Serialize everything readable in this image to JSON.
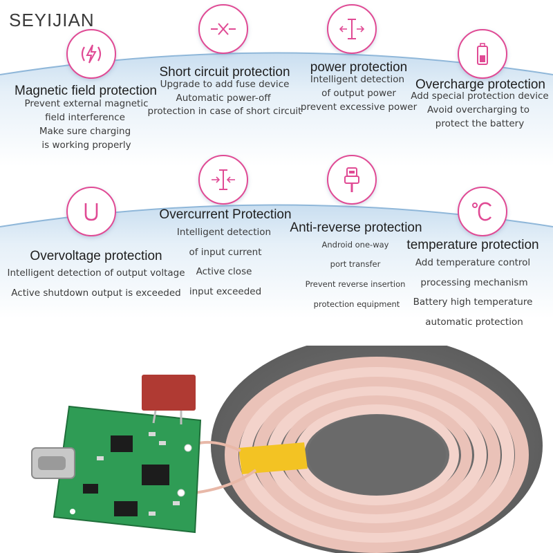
{
  "brand": "SEYIJIAN",
  "colors": {
    "accent": "#e04a94",
    "band_top": "#cfe3f3",
    "band_bottom": "#ffffff",
    "pcb": "#2f9c55",
    "coil": "#f0c8c0",
    "tape": "#f3c323"
  },
  "features": [
    {
      "icon": "lightning-bolt-icon",
      "title": "Magnetic field protection",
      "lines": [
        "Prevent external magnetic",
        "field interference",
        "Make sure charging",
        "is working properly"
      ]
    },
    {
      "icon": "x-cross-icon",
      "title": "Short circuit protection",
      "lines": [
        "Upgrade to add fuse device",
        "Automatic power-off",
        "protection in case of short circuit"
      ]
    },
    {
      "icon": "power-limit-icon",
      "title": "power protection",
      "lines": [
        "Intelligent detection",
        "of output power",
        "prevent excessive power"
      ]
    },
    {
      "icon": "battery-icon",
      "title": "Overcharge protection",
      "lines": [
        "Add special protection device",
        "Avoid overcharging to",
        "protect the battery"
      ]
    },
    {
      "icon": "u-shape-icon",
      "title": "Overvoltage protection",
      "lines": [
        "Intelligent detection of output voltage",
        "Active shutdown output is exceeded"
      ]
    },
    {
      "icon": "current-limit-icon",
      "title": "Overcurrent Protection",
      "lines": [
        "Intelligent detection",
        "of input current",
        "Active close",
        "input exceeded"
      ]
    },
    {
      "icon": "usb-plug-icon",
      "title": "Anti-reverse protection",
      "lines": [
        "Android one-way",
        "port transfer",
        "Prevent reverse insertion",
        "protection equipment"
      ]
    },
    {
      "icon": "celsius-icon",
      "title": "temperature protection",
      "lines": [
        "Add temperature control",
        "processing mechanism",
        "Battery high temperature",
        "automatic protection"
      ]
    }
  ]
}
